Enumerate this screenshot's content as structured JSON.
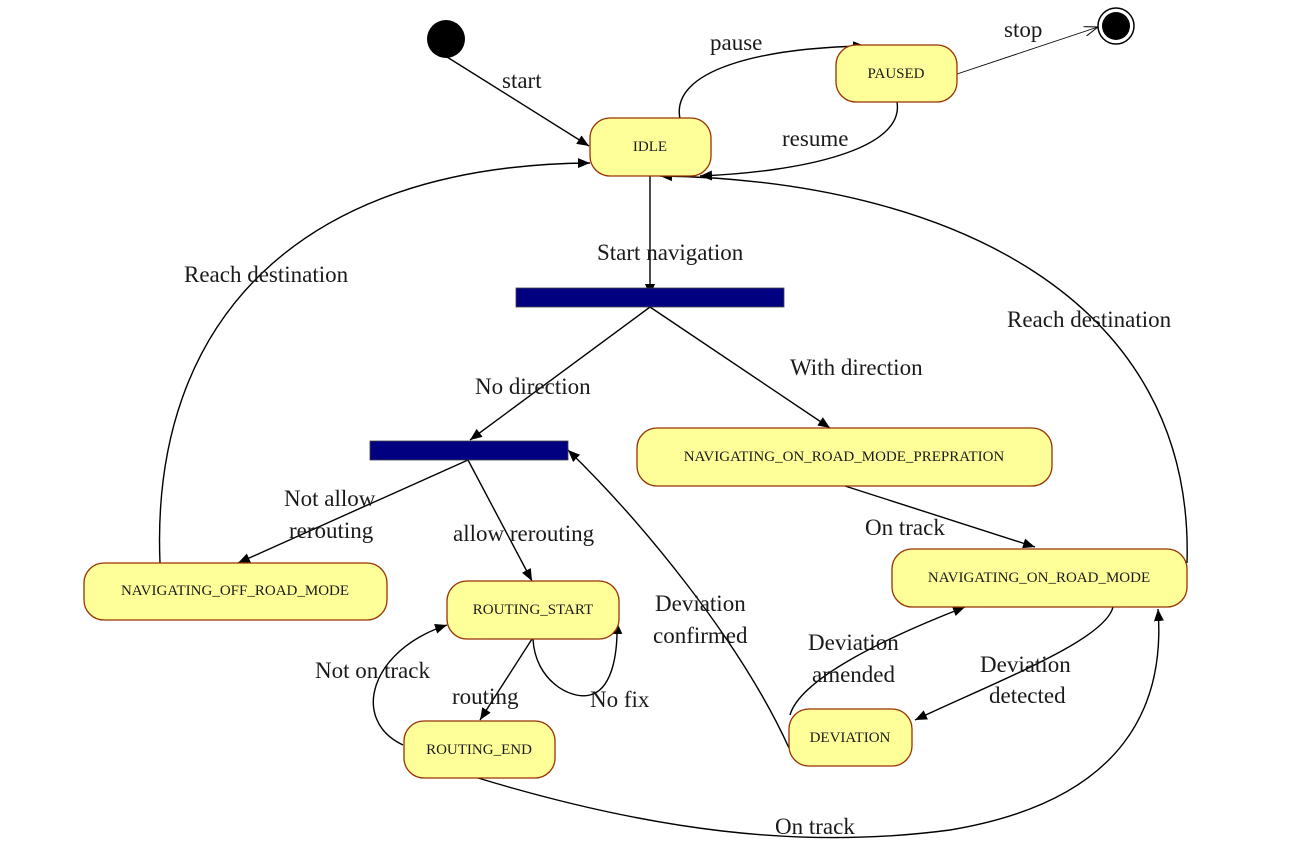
{
  "diagram": {
    "type": "UML state machine",
    "colors": {
      "state_fill": "#ffff99",
      "state_border": "#993300",
      "fork_bar": "#000080",
      "edge": "#000000"
    },
    "pseudostates": {
      "initial": "initial-node",
      "final": "final-node"
    },
    "states": {
      "idle": "IDLE",
      "paused": "PAUSED",
      "nav_prep": "NAVIGATING_ON_ROAD_MODE_PREPRATION",
      "nav_off_road": "NAVIGATING_OFF_ROAD_MODE",
      "routing_start": "ROUTING_START",
      "routing_end": "ROUTING_END",
      "nav_on_road": "NAVIGATING_ON_ROAD_MODE",
      "deviation": "DEVIATION"
    },
    "transitions": {
      "start": "start",
      "pause": "pause",
      "resume": "resume",
      "stop": "stop",
      "start_navigation": "Start navigation",
      "reach_destination_left": "Reach destination",
      "reach_destination_right": "Reach destination",
      "no_direction": "No direction",
      "with_direction": "With direction",
      "not_allow_rerouting_1": "Not allow",
      "not_allow_rerouting_2": "rerouting",
      "allow_rerouting": "allow rerouting",
      "on_track_top": "On track",
      "deviation_confirmed_1": "Deviation",
      "deviation_confirmed_2": "confirmed",
      "deviation_amended_1": "Deviation",
      "deviation_amended_2": "amended",
      "deviation_detected_1": "Deviation",
      "deviation_detected_2": "detected",
      "not_on_track": "Not on track",
      "routing": "routing",
      "no_fix": "No fix",
      "on_track_bottom": "On track"
    },
    "edges": [
      {
        "from": "initial",
        "to": "IDLE",
        "label": "start"
      },
      {
        "from": "IDLE",
        "to": "PAUSED",
        "label": "pause"
      },
      {
        "from": "PAUSED",
        "to": "IDLE",
        "label": "resume"
      },
      {
        "from": "PAUSED",
        "to": "final",
        "label": "stop"
      },
      {
        "from": "IDLE",
        "to": "fork-1",
        "label": "Start navigation"
      },
      {
        "from": "fork-1",
        "to": "fork-2",
        "label": "No direction"
      },
      {
        "from": "fork-1",
        "to": "NAVIGATING_ON_ROAD_MODE_PREPRATION",
        "label": "With direction"
      },
      {
        "from": "fork-2",
        "to": "NAVIGATING_OFF_ROAD_MODE",
        "label": "Not allow rerouting"
      },
      {
        "from": "fork-2",
        "to": "ROUTING_START",
        "label": "allow rerouting"
      },
      {
        "from": "NAVIGATING_OFF_ROAD_MODE",
        "to": "IDLE",
        "label": "Reach destination"
      },
      {
        "from": "NAVIGATING_ON_ROAD_MODE_PREPRATION",
        "to": "NAVIGATING_ON_ROAD_MODE",
        "label": "On track"
      },
      {
        "from": "NAVIGATING_ON_ROAD_MODE",
        "to": "IDLE",
        "label": "Reach destination"
      },
      {
        "from": "NAVIGATING_ON_ROAD_MODE",
        "to": "DEVIATION",
        "label": "Deviation detected"
      },
      {
        "from": "DEVIATION",
        "to": "NAVIGATING_ON_ROAD_MODE",
        "label": "Deviation amended"
      },
      {
        "from": "DEVIATION",
        "to": "fork-2",
        "label": "Deviation confirmed"
      },
      {
        "from": "ROUTING_START",
        "to": "ROUTING_END",
        "label": "routing"
      },
      {
        "from": "ROUTING_START",
        "to": "ROUTING_START",
        "label": "No fix"
      },
      {
        "from": "ROUTING_END",
        "to": "ROUTING_START",
        "label": "Not on track"
      },
      {
        "from": "ROUTING_END",
        "to": "NAVIGATING_ON_ROAD_MODE",
        "label": "On track"
      }
    ]
  }
}
